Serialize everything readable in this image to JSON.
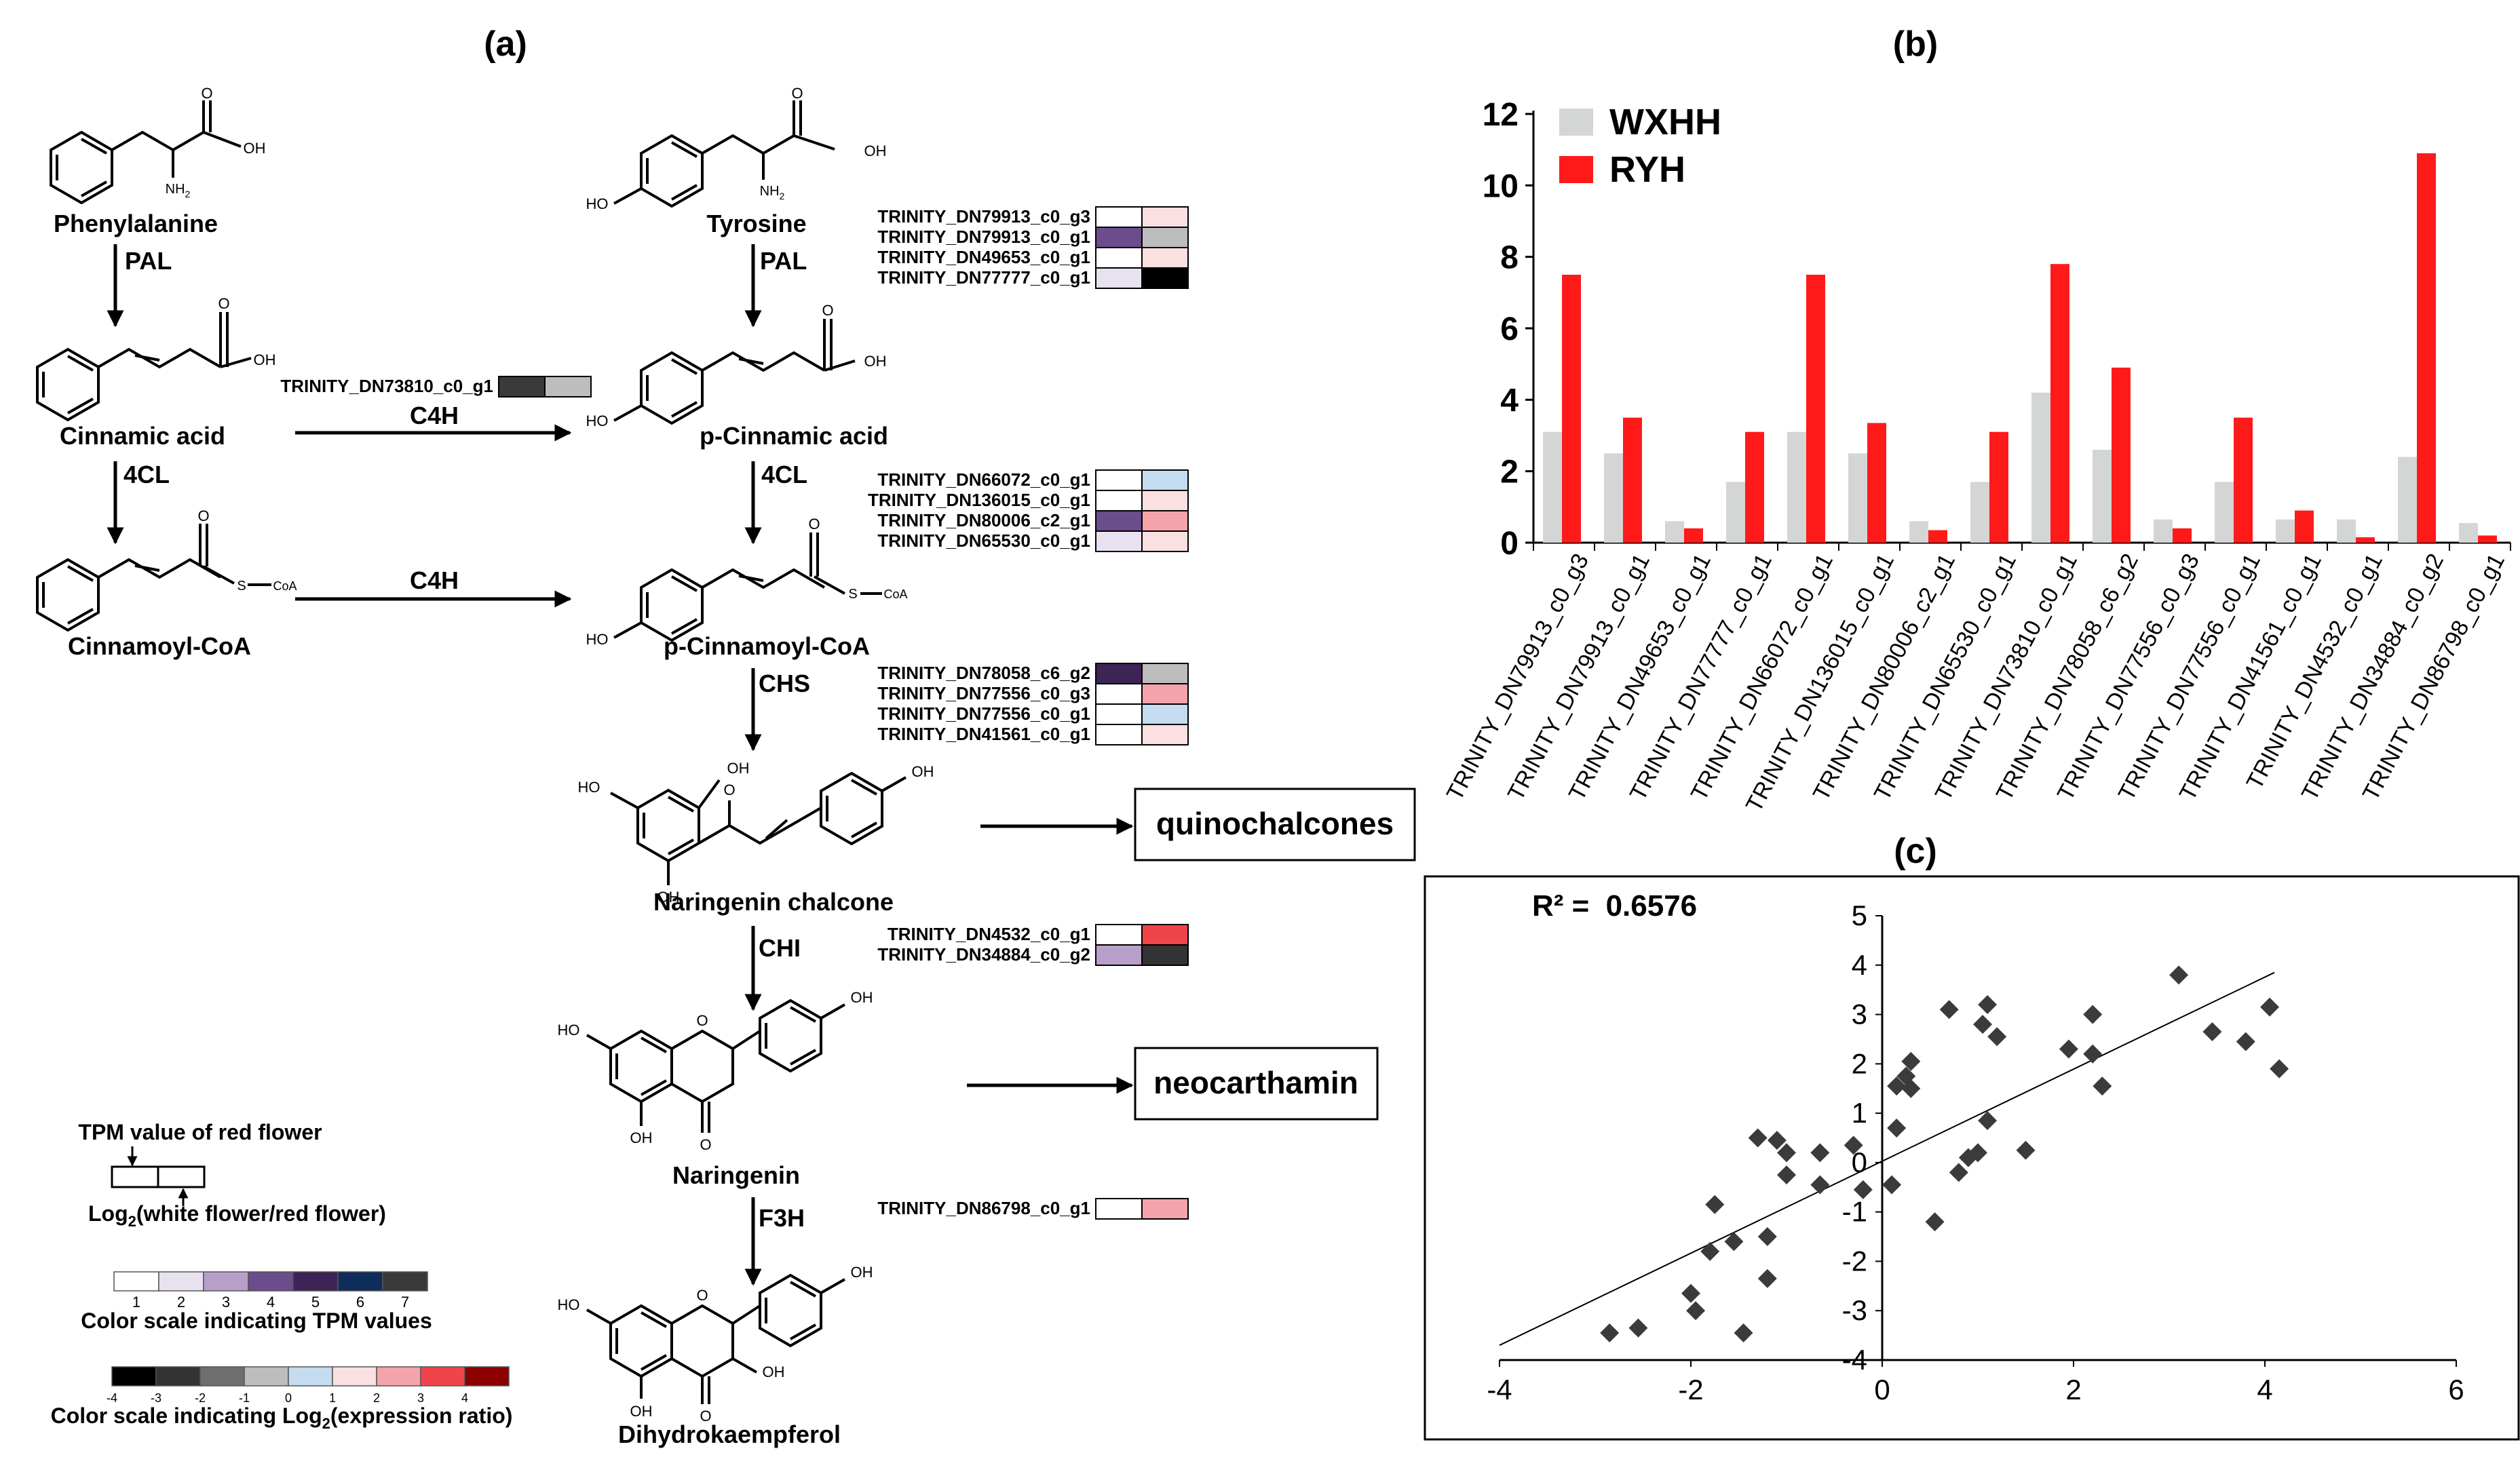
{
  "panels": {
    "a": "(a)",
    "b": "(b)",
    "c": "(c)"
  },
  "pathway": {
    "compounds": {
      "phe": "Phenylalanine",
      "tyr": "Tyrosine",
      "cinnamic": "Cinnamic acid",
      "pcinnamic": "p-Cinnamic acid",
      "cinnamoyl": "Cinnamoyl-CoA",
      "pcinnamoyl": "p-Cinnamoyl-CoA",
      "chalcone": "Naringenin chalcone",
      "naringenin": "Naringenin",
      "dhk": "Dihydrokaempferol"
    },
    "enzymes": {
      "pal1": "PAL",
      "pal2": "PAL",
      "fourcl1": "4CL",
      "fourcl2": "4CL",
      "c4h1": "C4H",
      "c4h2": "C4H",
      "chs": "CHS",
      "chi": "CHI",
      "f3h": "F3H"
    },
    "products": {
      "quinochalcones": "quinochalcones",
      "neocarthamin": "neocarthamin"
    },
    "struct_labels": {
      "oh": "OH",
      "o": "O",
      "nh2": "NH",
      "nh2_sub": "2",
      "s": "S",
      "coa": "CoA",
      "ho": "HO"
    },
    "colors": {
      "tpm": {
        "1": "#ffffff",
        "2": "#e8e1f0",
        "3": "#b79fcc",
        "4": "#6b4c8c",
        "5": "#3d2457",
        "6": "#0f2d5a",
        "7": "#3a3a3a"
      },
      "ratio": {
        "-4": "#000000",
        "-3": "#333333",
        "-2": "#6e6e6e",
        "-1": "#bdbdbd",
        "0": "#c4dbf0",
        "1": "#fbe0e2",
        "2": "#f4a3aa",
        "3": "#f0444b",
        "4": "#8c0000"
      }
    },
    "gene_groups": [
      {
        "id": "pal",
        "genes": [
          {
            "name": "TRINITY_DN79913_c0_g3",
            "tpm": "1",
            "ratio": "1"
          },
          {
            "name": "TRINITY_DN79913_c0_g1",
            "tpm": "4",
            "ratio": "-1"
          },
          {
            "name": "TRINITY_DN49653_c0_g1",
            "tpm": "1",
            "ratio": "1"
          },
          {
            "name": "TRINITY_DN77777_c0_g1",
            "tpm": "2",
            "ratio": "-4"
          }
        ]
      },
      {
        "id": "c4h",
        "genes": [
          {
            "name": "TRINITY_DN73810_c0_g1",
            "tpm": "7",
            "ratio": "-1"
          }
        ]
      },
      {
        "id": "4cl",
        "genes": [
          {
            "name": "TRINITY_DN66072_c0_g1",
            "tpm": "1",
            "ratio": "0"
          },
          {
            "name": "TRINITY_DN136015_c0_g1",
            "tpm": "1",
            "ratio": "1"
          },
          {
            "name": "TRINITY_DN80006_c2_g1",
            "tpm": "4",
            "ratio": "2"
          },
          {
            "name": "TRINITY_DN65530_c0_g1",
            "tpm": "2",
            "ratio": "1"
          }
        ]
      },
      {
        "id": "chs",
        "genes": [
          {
            "name": "TRINITY_DN78058_c6_g2",
            "tpm": "5",
            "ratio": "-1"
          },
          {
            "name": "TRINITY_DN77556_c0_g3",
            "tpm": "1",
            "ratio": "2"
          },
          {
            "name": "TRINITY_DN77556_c0_g1",
            "tpm": "1",
            "ratio": "0"
          },
          {
            "name": "TRINITY_DN41561_c0_g1",
            "tpm": "1",
            "ratio": "1"
          }
        ]
      },
      {
        "id": "chi",
        "genes": [
          {
            "name": "TRINITY_DN4532_c0_g1",
            "tpm": "1",
            "ratio": "3"
          },
          {
            "name": "TRINITY_DN34884_c0_g2",
            "tpm": "3",
            "ratio": "-3"
          }
        ]
      },
      {
        "id": "f3h",
        "genes": [
          {
            "name": "TRINITY_DN86798_c0_g1",
            "tpm": "1",
            "ratio": "2"
          }
        ]
      }
    ],
    "legend": {
      "tpm_red_label": "TPM value of red flower",
      "log_label_pre": "Log",
      "log_label_sub": "2",
      "log_label_post": "(white flower/red flower)",
      "tpm_scale_ticks": [
        "1",
        "2",
        "3",
        "4",
        "5",
        "6",
        "7"
      ],
      "tpm_scale_label": "Color scale indicating TPM values",
      "ratio_scale_ticks": [
        "-4",
        "-3",
        "-2",
        "-1",
        "0",
        "1",
        "2",
        "3",
        "4"
      ],
      "ratio_scale_label_pre": "Color scale indicating Log",
      "ratio_scale_label_sub": "2",
      "ratio_scale_label_post": "(expression ratio)"
    }
  },
  "chart_data": [
    {
      "type": "bar",
      "categories": [
        "TRINITY_DN79913_c0_g3",
        "TRINITY_DN79913_c0_g1",
        "TRINITY_DN49653_c0_g1",
        "TRINITY_DN77777_c0_g1",
        "TRINITY_DN66072_c0_g1",
        "TRINITY_DN136015_c0_g1",
        "TRINITY_DN80006_c2_g1",
        "TRINITY_DN65530_c0_g1",
        "TRINITY_DN73810_c0_g1",
        "TRINITY_DN78058_c6_g2",
        "TRINITY_DN77556_c0_g3",
        "TRINITY_DN77556_c0_g1",
        "TRINITY_DN41561_c0_g1",
        "TRINITY_DN4532_c0_g1",
        "TRINITY_DN34884_c0_g2",
        "TRINITY_DN86798_c0_g1"
      ],
      "series": [
        {
          "name": "WXHH",
          "color": "#d4d6d6",
          "values": [
            3.1,
            2.5,
            0.6,
            1.7,
            3.1,
            2.5,
            0.6,
            1.7,
            4.2,
            2.6,
            0.65,
            1.7,
            0.65,
            0.65,
            2.4,
            0.55
          ]
        },
        {
          "name": "RYH",
          "color": "#ff1a1a",
          "values": [
            7.5,
            3.5,
            0.4,
            3.1,
            7.5,
            3.35,
            0.35,
            3.1,
            7.8,
            4.9,
            0.4,
            3.5,
            0.9,
            0.15,
            10.9,
            0.2
          ]
        }
      ],
      "ylim": [
        0,
        12
      ],
      "yticks": [
        "0",
        "2",
        "4",
        "6",
        "8",
        "10",
        "12"
      ],
      "legend": "top-left",
      "grid": false
    },
    {
      "type": "scatter",
      "annotation_label": "R² = ",
      "annotation_value": "0.6576",
      "xlim": [
        -4,
        6
      ],
      "ylim": [
        -4,
        5
      ],
      "xticks": [
        "-4",
        "-2",
        "0",
        "2",
        "4",
        "6"
      ],
      "yticks": [
        "5",
        "4",
        "3",
        "2",
        "1",
        "0",
        "-1",
        "-2",
        "-3",
        "-4"
      ],
      "trendline": {
        "x": [
          -4,
          4.1
        ],
        "y": [
          -3.7,
          3.85
        ]
      },
      "points": [
        [
          -2.85,
          -3.45
        ],
        [
          -2.55,
          -3.35
        ],
        [
          -2.0,
          -2.65
        ],
        [
          -1.95,
          -3.0
        ],
        [
          -1.45,
          -3.45
        ],
        [
          -1.8,
          -1.8
        ],
        [
          -1.75,
          -0.85
        ],
        [
          -1.55,
          -1.6
        ],
        [
          -1.2,
          -2.35
        ],
        [
          -1.2,
          -1.5
        ],
        [
          -1.3,
          0.5
        ],
        [
          -1.1,
          0.45
        ],
        [
          -1.0,
          0.2
        ],
        [
          -1.0,
          -0.25
        ],
        [
          -0.65,
          0.2
        ],
        [
          -0.65,
          -0.45
        ],
        [
          -0.3,
          0.35
        ],
        [
          -0.2,
          -0.55
        ],
        [
          0.1,
          -0.45
        ],
        [
          0.15,
          0.7
        ],
        [
          0.15,
          1.55
        ],
        [
          0.25,
          1.75
        ],
        [
          0.3,
          1.5
        ],
        [
          0.3,
          2.05
        ],
        [
          0.55,
          -1.2
        ],
        [
          0.7,
          3.1
        ],
        [
          0.8,
          -0.2
        ],
        [
          0.9,
          0.1
        ],
        [
          1.0,
          0.2
        ],
        [
          1.05,
          2.8
        ],
        [
          1.1,
          3.2
        ],
        [
          1.1,
          0.85
        ],
        [
          1.2,
          2.55
        ],
        [
          1.5,
          0.25
        ],
        [
          1.95,
          2.3
        ],
        [
          2.2,
          3.0
        ],
        [
          2.2,
          2.2
        ],
        [
          2.3,
          1.55
        ],
        [
          3.1,
          3.8
        ],
        [
          3.45,
          2.65
        ],
        [
          3.8,
          2.45
        ],
        [
          4.05,
          3.15
        ],
        [
          4.15,
          1.9
        ]
      ]
    }
  ]
}
